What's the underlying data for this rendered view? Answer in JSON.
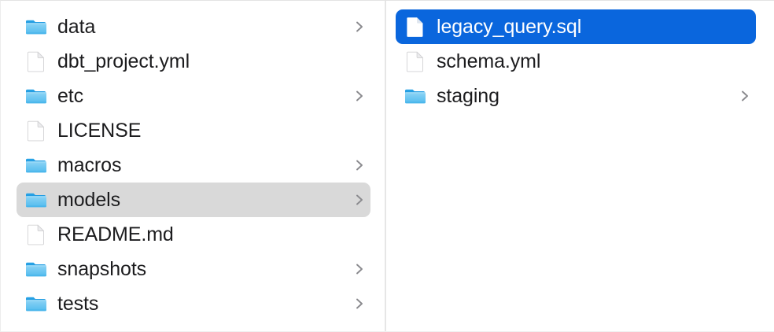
{
  "window": {
    "view_mode": "column-view",
    "accent_color": "#0a66dd",
    "selection_gray": "#d9d9d9",
    "divider_color": "#e6e6e6"
  },
  "columns": [
    {
      "name": "parent-column",
      "items": [
        {
          "label": "data",
          "kind": "folder",
          "has_chevron": true,
          "state": "normal"
        },
        {
          "label": "dbt_project.yml",
          "kind": "file",
          "has_chevron": false,
          "state": "normal"
        },
        {
          "label": "etc",
          "kind": "folder",
          "has_chevron": true,
          "state": "normal"
        },
        {
          "label": "LICENSE",
          "kind": "file",
          "has_chevron": false,
          "state": "normal"
        },
        {
          "label": "macros",
          "kind": "folder",
          "has_chevron": true,
          "state": "normal"
        },
        {
          "label": "models",
          "kind": "folder",
          "has_chevron": true,
          "state": "selected-inactive"
        },
        {
          "label": "README.md",
          "kind": "file",
          "has_chevron": false,
          "state": "normal"
        },
        {
          "label": "snapshots",
          "kind": "folder",
          "has_chevron": true,
          "state": "normal"
        },
        {
          "label": "tests",
          "kind": "folder",
          "has_chevron": true,
          "state": "normal"
        }
      ]
    },
    {
      "name": "child-column",
      "items": [
        {
          "label": "legacy_query.sql",
          "kind": "file",
          "has_chevron": false,
          "state": "selected-active"
        },
        {
          "label": "schema.yml",
          "kind": "file",
          "has_chevron": false,
          "state": "normal"
        },
        {
          "label": "staging",
          "kind": "folder",
          "has_chevron": true,
          "state": "normal"
        }
      ]
    }
  ],
  "icons": {
    "folder": "folder-icon",
    "file": "file-icon",
    "chevron": "chevron-right-icon"
  }
}
